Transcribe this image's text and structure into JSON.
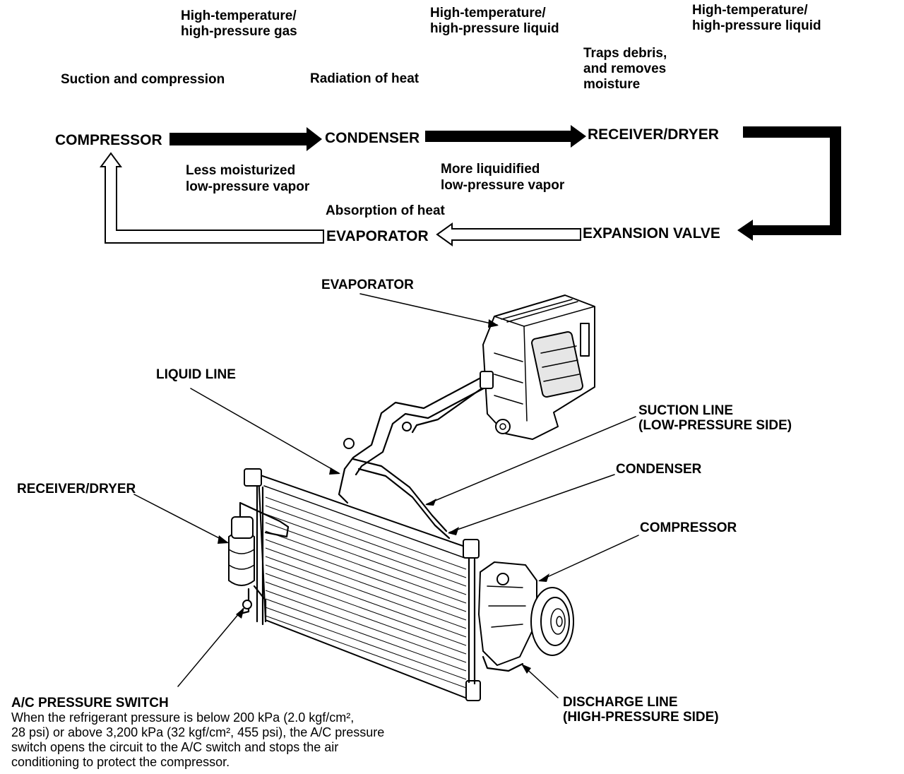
{
  "cycle": {
    "nodes": {
      "compressor": "COMPRESSOR",
      "condenser": "CONDENSER",
      "receiver_dryer": "RECEIVER/DRYER",
      "expansion_valve": "EXPANSION VALVE",
      "evaporator": "EVAPORATOR"
    },
    "states": {
      "after_compressor": [
        "High-temperature/",
        "high-pressure gas"
      ],
      "after_condenser": [
        "High-temperature/",
        "high-pressure liquid"
      ],
      "after_receiver": [
        "High-temperature/",
        "high-pressure liquid"
      ],
      "after_expansion": [
        "More liquidified",
        "low-pressure vapor"
      ],
      "after_evaporator": [
        "Less moisturized",
        "low-pressure vapor"
      ]
    },
    "functions": {
      "compressor": "Suction and compression",
      "condenser": "Radiation of heat",
      "receiver_dryer": [
        "Traps debris,",
        "and removes",
        "moisture"
      ],
      "evaporator": "Absorption of heat"
    }
  },
  "callouts": {
    "evaporator": "EVAPORATOR",
    "liquid_line": "LIQUID LINE",
    "suction_line": [
      "SUCTION LINE",
      "(LOW-PRESSURE SIDE)"
    ],
    "condenser": "CONDENSER",
    "receiver_dryer": "RECEIVER/DRYER",
    "compressor": "COMPRESSOR",
    "discharge_line": [
      "DISCHARGE LINE",
      "(HIGH-PRESSURE SIDE)"
    ]
  },
  "pressure_switch": {
    "title": "A/C PRESSURE SWITCH",
    "lines": [
      "When the refrigerant pressure is below 200 kPa (2.0 kgf/cm², ",
      "28 psi) or above 3,200 kPa (32 kgf/cm², 455 psi), the A/C pressure",
      "switch opens the circuit to the A/C switch and stops the air",
      "conditioning to protect the compressor."
    ]
  }
}
